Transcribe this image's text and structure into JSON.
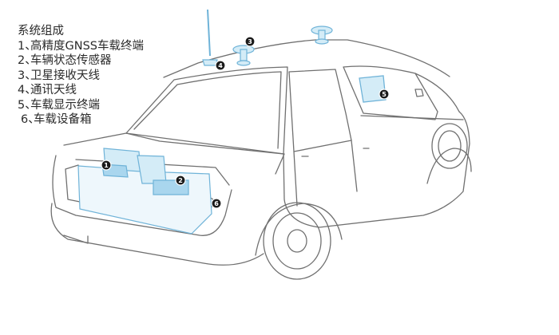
{
  "legend": {
    "title": "系统组成",
    "items": [
      {
        "num": "1、",
        "label": "高精度GNSS车载终端"
      },
      {
        "num": "2、",
        "label": "车辆状态传感器"
      },
      {
        "num": "3、",
        "label": "卫星接收天线"
      },
      {
        "num": "4、",
        "label": "通讯天线"
      },
      {
        "num": "5、",
        "label": "车载显示终端"
      },
      {
        "num": "6、",
        "label": "车载设备箱"
      }
    ]
  },
  "markers": [
    "1",
    "2",
    "3",
    "4",
    "5",
    "6"
  ],
  "colors": {
    "outline": "#6a6a6a",
    "equipment": "#6fb3d8",
    "equipment_fill": "#d4ecf7",
    "marker": "#1a1a1a"
  }
}
